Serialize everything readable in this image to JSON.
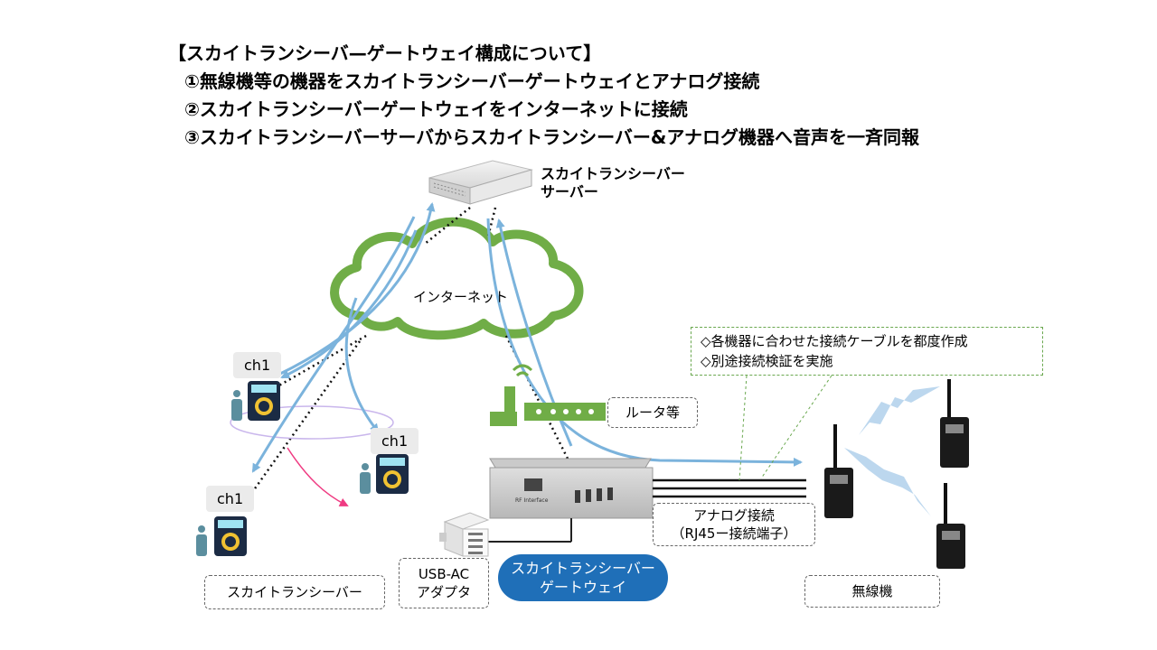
{
  "header": {
    "title": "【スカイトランシーバ—ゲートウェイ構成について】",
    "items": [
      "①無線機等の機器をスカイトランシーバーゲートウェイとアナログ接続",
      "②スカイトランシーバーゲートウェイをインターネットに接続",
      "③スカイトランシーバーサーバからスカイトランシーバー&アナログ機器へ音声を一斉同報"
    ]
  },
  "server": {
    "label_line1": "スカイトランシーバー",
    "label_line2": "サーバー"
  },
  "cloud": {
    "label": "インターネット"
  },
  "router": {
    "label": "ルータ等"
  },
  "note": {
    "lines": [
      "◇各機器に合わせた接続ケーブルを都度作成",
      "◇別途接続検証を実施"
    ]
  },
  "channels": [
    "ch1",
    "ch1",
    "ch1"
  ],
  "transceiver_label": "スカイトランシーバー",
  "adapter": {
    "line1": "USB-AC",
    "line2": "アダプタ"
  },
  "gateway": {
    "line1": "スカイトランシーバー",
    "line2": "ゲートウェイ",
    "device_text": "RF Interface"
  },
  "analog": {
    "line1": "アナログ接続",
    "line2": "（RJ45ー接続端子）"
  },
  "radio_label": "無線機",
  "colors": {
    "cloud": "#70ad47",
    "arrow": "#7bb3dc",
    "pink": "#ef3b82",
    "pill": "#1f6fb8",
    "router": "#70ad47",
    "lightning": "#bcd7ee"
  }
}
